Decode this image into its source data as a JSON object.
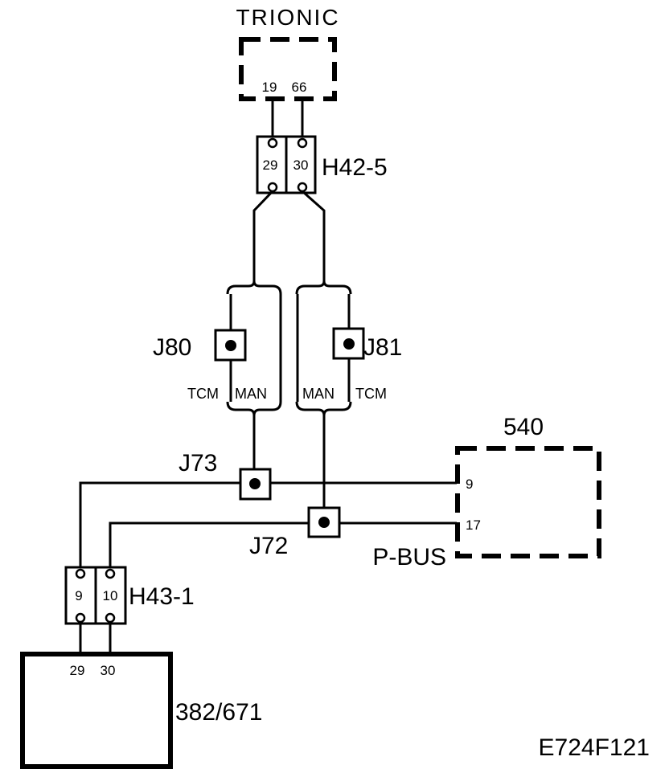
{
  "components": {
    "trionic": {
      "label": "TRIONIC",
      "pins": [
        "19",
        "66"
      ]
    },
    "h42_5": {
      "label": "H42-5",
      "pins": [
        "29",
        "30"
      ]
    },
    "j80": {
      "label": "J80"
    },
    "j81": {
      "label": "J81"
    },
    "bracket_left": {
      "tcm": "TCM",
      "man": "MAN"
    },
    "bracket_right": {
      "man": "MAN",
      "tcm": "TCM"
    },
    "j73": {
      "label": "J73"
    },
    "j72": {
      "label": "J72"
    },
    "module_540": {
      "label": "540",
      "pins": [
        "9",
        "17"
      ],
      "bus": "P-BUS"
    },
    "h43_1": {
      "label": "H43-1",
      "pins": [
        "9",
        "10"
      ]
    },
    "module_382_671": {
      "label": "382/671",
      "pins": [
        "29",
        "30"
      ]
    }
  },
  "figure_id": "E724F121"
}
